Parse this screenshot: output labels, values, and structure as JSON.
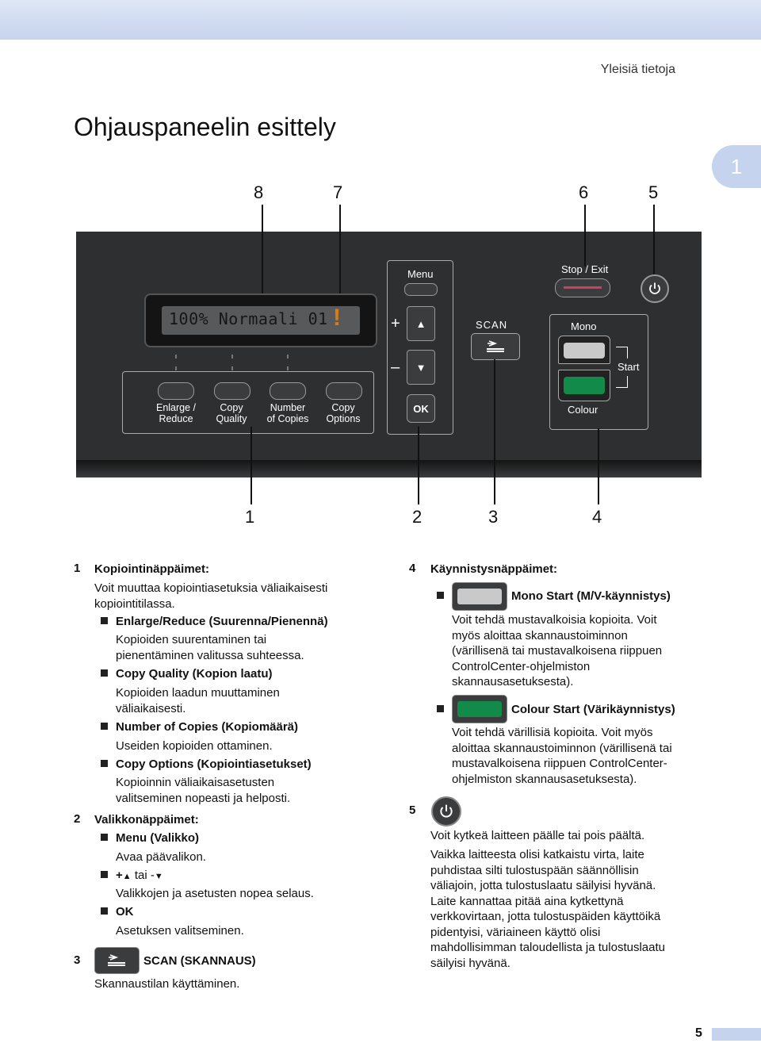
{
  "header": {
    "section": "Yleisiä tietoja",
    "title": "Ohjauspaneelin esittely",
    "chapter": "1"
  },
  "panel": {
    "top_callouts": [
      "8",
      "7",
      "6",
      "5"
    ],
    "bottom_callouts": [
      "1",
      "2",
      "3",
      "4"
    ],
    "lcd_text": "100% Normaali 01",
    "lcd_warning": "!",
    "copy_keys": [
      {
        "line1": "Enlarge /",
        "line2": "Reduce"
      },
      {
        "line1": "Copy",
        "line2": "Quality"
      },
      {
        "line1": "Number",
        "line2": "of Copies"
      },
      {
        "line1": "Copy",
        "line2": "Options"
      }
    ],
    "menu_label": "Menu",
    "plus": "+",
    "minus": "–",
    "up_arrow": "▲",
    "down_arrow": "▼",
    "ok_label": "OK",
    "scan_label": "SCAN",
    "stop_exit_label": "Stop / Exit",
    "mono_label": "Mono",
    "start_label": "Start",
    "colour_label": "Colour",
    "icons": [
      "scan-icon",
      "power-icon"
    ]
  },
  "left_column": {
    "item1": {
      "num": "1",
      "title": "Kopiointinäppäimet:",
      "desc": [
        "Voit muuttaa kopiointiasetuksia väliaikaisesti",
        "kopiointitilassa."
      ],
      "bullets": [
        {
          "label": "Enlarge/Reduce (Suurenna/Pienennä)",
          "desc": [
            "Kopioiden suurentaminen tai",
            "pienentäminen valitussa suhteessa."
          ]
        },
        {
          "label": "Copy Quality (Kopion laatu)",
          "desc": [
            "Kopioiden laadun muuttaminen",
            "väliaikaisesti."
          ]
        },
        {
          "label": "Number of Copies (Kopiomäärä)",
          "desc": [
            "Useiden kopioiden ottaminen."
          ]
        },
        {
          "label": "Copy Options (Kopiointiasetukset)",
          "desc": [
            "Kopioinnin väliaikaisasetusten",
            "valitseminen nopeasti ja helposti."
          ]
        }
      ]
    },
    "item2": {
      "num": "2",
      "title": "Valikkonäppäimet:",
      "bullets": [
        {
          "label": "Menu (Valikko)",
          "desc": "Avaa päävalikon."
        },
        {
          "label_plus": "+",
          "label_up": "▲",
          "label_tai": " tai -",
          "label_down": "▼",
          "desc": "Valikkojen ja asetusten nopea selaus."
        },
        {
          "label": "OK",
          "desc": "Asetuksen valitseminen."
        }
      ]
    },
    "item3": {
      "num": "3",
      "title": "SCAN (SKANNAUS)",
      "desc": "Skannaustilan käyttäminen."
    }
  },
  "right_column": {
    "item4": {
      "num": "4",
      "title": "Käynnistysnäppäimet:",
      "mono": {
        "label": "Mono Start (M/V-käynnistys)",
        "desc": [
          "Voit tehdä mustavalkoisia kopioita. Voit",
          "myös aloittaa skannaustoiminnon",
          "(värillisenä tai mustavalkoisena riippuen",
          "ControlCenter-ohjelmiston",
          "skannausasetuksesta)."
        ]
      },
      "colour": {
        "label": "Colour Start (Värikäynnistys)",
        "desc": [
          "Voit tehdä värillisiä kopioita. Voit myös",
          "aloittaa skannaustoiminnon (värillisenä tai",
          "mustavalkoisena riippuen ControlCenter-",
          "ohjelmiston skannausasetuksesta)."
        ]
      }
    },
    "item5": {
      "num": "5",
      "desc1": "Voit kytkeä laitteen päälle tai pois päältä.",
      "desc2": [
        "Vaikka laitteesta olisi katkaistu virta, laite",
        "puhdistaa silti tulostuspään säännöllisin",
        "väliajoin, jotta tulostuslaatu säilyisi hyvänä.",
        "Laite kannattaa pitää aina kytkettynä",
        "verkkovirtaan, jotta tulostuspäiden käyttöikä",
        "pidentyisi, väriaineen käyttö olisi",
        "mahdollisimman taloudellista ja tulostuslaatu",
        "säilyisi hyvänä."
      ]
    }
  },
  "footer": {
    "page": "5"
  },
  "colors": {
    "accent": "#c5d3ef",
    "panel": "#2e2f31",
    "colour_start": "#128a4a",
    "stop_stripe": "#d33d62",
    "lcd_warning": "#d97a1b"
  }
}
